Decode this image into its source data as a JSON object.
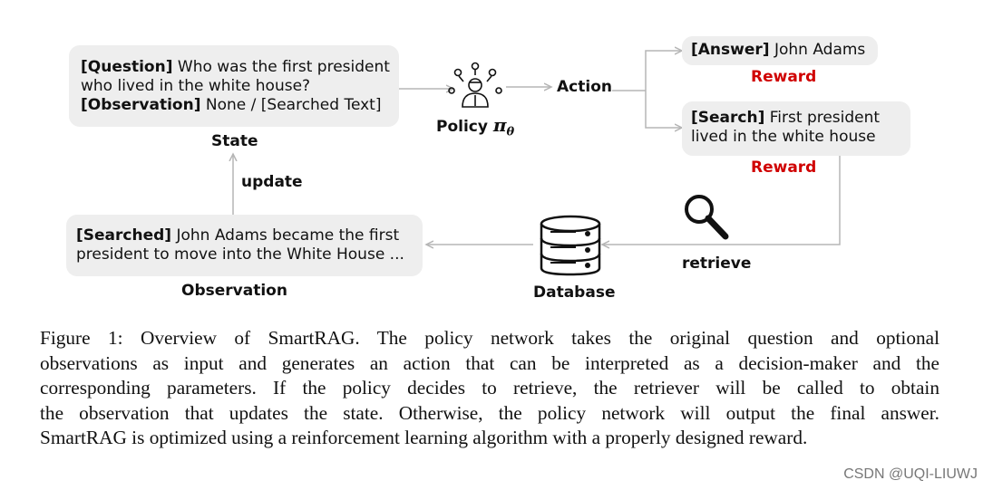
{
  "diagram": {
    "question_box": {
      "question_tag": "[Question]",
      "question_text_1": " Who was the first president",
      "question_text_2": "who lived in the white house?",
      "observation_tag": "[Observation]",
      "observation_text": " None / [Searched Text]"
    },
    "state_label": "State",
    "update_label": "update",
    "policy_label": "Policy",
    "policy_symbol": "π",
    "policy_subscript": "θ",
    "action_label": "Action",
    "answer_box": {
      "tag": "[Answer]",
      "text": " John Adams"
    },
    "reward_1": "Reward",
    "search_box": {
      "tag": "[Search]",
      "text_1": " First president",
      "text_2": "lived in the white house"
    },
    "reward_2": "Reward",
    "retrieve_label": "retrieve",
    "database_label": "Database",
    "searched_box": {
      "tag": "[Searched]",
      "text_1": " John Adams became the first",
      "text_2": "president to move into the White House ..."
    },
    "observation_label": "Observation",
    "colors": {
      "box_fill": "#eeeeee",
      "arrow": "#b5b5b5",
      "reward": "#d00000"
    },
    "icons": [
      "policy-agent-icon",
      "magnifier-icon",
      "database-icon"
    ]
  },
  "caption": {
    "lines": [
      "Figure 1:  Overview of SmartRAG. The policy network takes the original question and optional",
      "observations as input and generates an action that can be interpreted as a decision-maker and the",
      "corresponding parameters.  If the policy decides to retrieve, the retriever will be called to obtain",
      "the observation that updates the state.  Otherwise, the policy network will output the final answer.",
      "SmartRAG is optimized using a reinforcement learning algorithm with a properly designed reward."
    ]
  },
  "watermark": "CSDN @UQI-LIUWJ"
}
